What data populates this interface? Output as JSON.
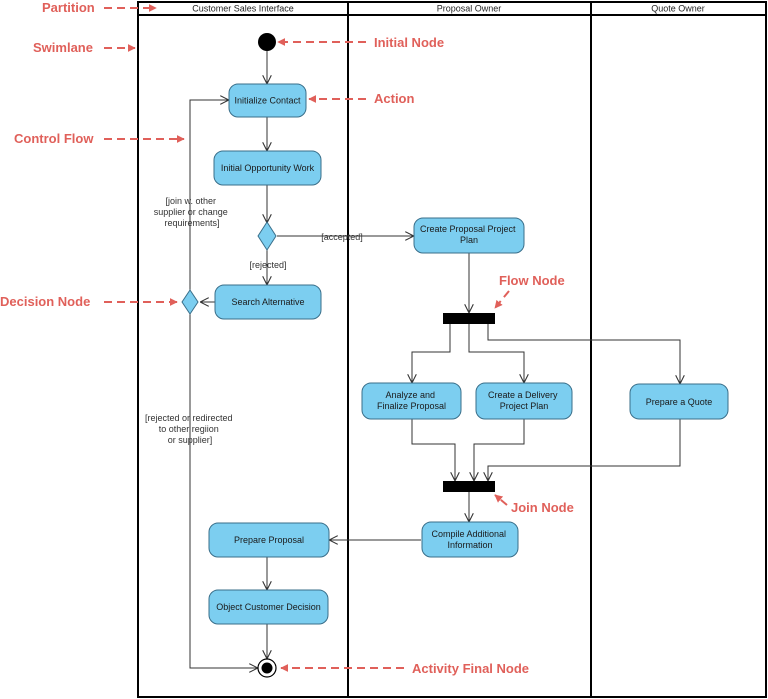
{
  "colors": {
    "action_fill": "#7ccef0",
    "action_stroke": "#3a6f8a",
    "callout": "#e0605a",
    "bar": "#000000"
  },
  "lanes": {
    "customer": "Customer Sales Interface",
    "proposal": "Proposal Owner",
    "quote": "Quote Owner"
  },
  "actions": {
    "initialize_contact": [
      "Initialize Contact"
    ],
    "initial_opportunity": [
      "Initial Opportunity Work"
    ],
    "search_alternative": [
      "Search Alternative"
    ],
    "create_proposal_plan": [
      "Create Proposal Project",
      "Plan"
    ],
    "analyze_finalize": [
      "Analyze and",
      "Finalize Proposal"
    ],
    "create_delivery": [
      "Create a Delivery",
      "Project Plan"
    ],
    "prepare_quote": [
      "Prepare a Quote"
    ],
    "compile_info": [
      "Compile Additional",
      "Information"
    ],
    "prepare_proposal": [
      "Prepare Proposal"
    ],
    "object_decision": [
      "Object Customer Decision"
    ]
  },
  "guards": {
    "join_other": [
      "[join w. other",
      "supplier or change",
      "requirements]"
    ],
    "accepted": [
      "[accepted]"
    ],
    "rejected": [
      "[rejected]"
    ],
    "redirected": [
      "[rejected or redirected",
      "to other regiion",
      "or supplier]"
    ]
  },
  "callouts": {
    "partition": "Partition",
    "swimlane": "Swimlane",
    "control_flow": "Control Flow",
    "decision_node": "Decision Node",
    "initial_node": "Initial Node",
    "action": "Action",
    "flow_node": "Flow Node",
    "join_node": "Join Node",
    "final_node": "Activity Final Node"
  }
}
